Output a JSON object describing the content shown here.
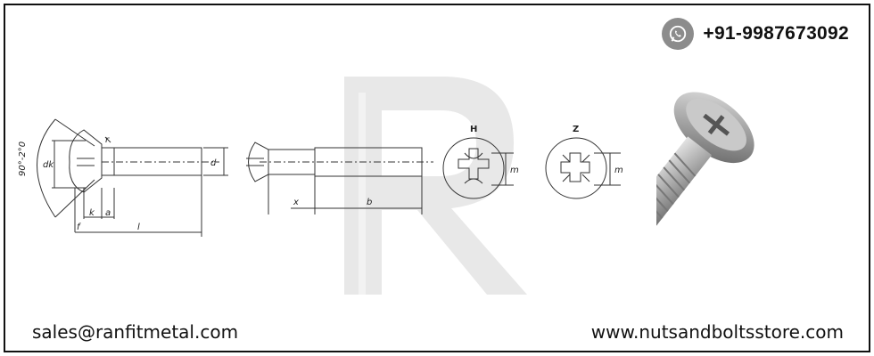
{
  "contact": {
    "phone": "+91-9987673092",
    "email": "sales@ranfitmetal.com",
    "website": "www.nutsandboltsstore.com"
  },
  "icons": {
    "phone": "whatsapp-icon",
    "watermark": "r-logo-watermark"
  },
  "drawing": {
    "angle_label": "90°-2°0",
    "dim_dk": "dk",
    "dim_d": "d",
    "dim_k": "k",
    "dim_a": "a",
    "dim_f": "f",
    "dim_l": "l",
    "dim_r": "r",
    "dim_x": "x",
    "dim_b": "b",
    "dim_m1": "m",
    "dim_m2": "m",
    "recess_h": "H",
    "recess_z": "Z"
  },
  "colors": {
    "watermark": "#e6e6e6",
    "line": "#333333",
    "icon_bg": "#8c8c8c"
  }
}
